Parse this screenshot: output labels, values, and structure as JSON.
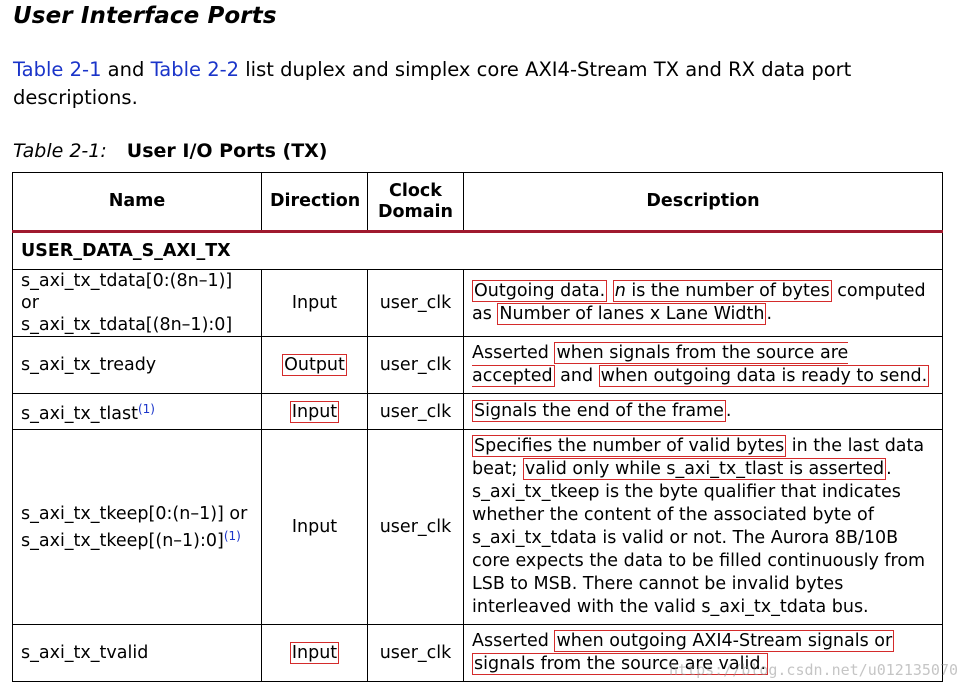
{
  "section_title": "User Interface Ports",
  "intro": {
    "link1": "Table 2-1",
    "and": " and ",
    "link2": "Table 2-2",
    "rest": " list duplex and simplex core AXI4-Stream TX and RX data port descriptions."
  },
  "caption": {
    "label": "Table 2-1:",
    "title": "User I/O Ports (TX)"
  },
  "table": {
    "headers": {
      "name": "Name",
      "direction": "Direction",
      "clock_line1": "Clock",
      "clock_line2": "Domain",
      "description": "Description"
    },
    "group": "USER_DATA_S_AXI_TX",
    "rows": [
      {
        "name_line1": "s_axi_tx_tdata[0:(8n–1)] or",
        "name_line2": "s_axi_tx_tdata[(8n–1):0]",
        "direction": "Input",
        "clock": "user_clk",
        "desc": {
          "hl1": "Outgoing data.",
          "t1": " ",
          "hl2_italic": "n",
          "hl2_rest": " is the number of bytes",
          "t2": " computed as ",
          "hl3": "Number of lanes x Lane Width",
          "t3": "."
        }
      },
      {
        "name": "s_axi_tx_tready",
        "direction": "Output",
        "clock": "user_clk",
        "desc": {
          "t1": "Asserted ",
          "hl1": "when signals from the source are accepted",
          "t2": " and ",
          "hl2": "when outgoing data is ready to send. "
        }
      },
      {
        "name": "s_axi_tx_tlast",
        "note": "(1)",
        "direction": "Input",
        "clock": "user_clk",
        "desc": {
          "hl1": "Signals the end of the frame",
          "t1": "."
        }
      },
      {
        "name_line1": "s_axi_tx_tkeep[0:(n–1)] or",
        "name_line2": "s_axi_tx_tkeep[(n–1):0]",
        "note": "(1)",
        "direction": "Input",
        "clock": "user_clk",
        "desc": {
          "hl1": "Specifies the number of valid bytes",
          "t1": " in the last data beat; ",
          "hl2": "valid only while s_axi_tx_tlast is asserted",
          "t2": ". s_axi_tx_tkeep is the byte qualifier that indicates whether the content of the associated byte of s_axi_tx_tdata is valid or not. The Aurora 8B/10B core expects the data to be filled continuously from LSB to MSB. There cannot be invalid bytes interleaved with the valid s_axi_tx_tdata bus."
        }
      },
      {
        "name": "s_axi_tx_tvalid",
        "direction": "Input",
        "clock": "user_clk",
        "desc": {
          "t1": "Asserted ",
          "hl1": "when outgoing AXI4-Stream signals or ",
          "hl2": "signals from the source are valid."
        }
      }
    ]
  },
  "watermark": "https://blog.csdn.net/u012135070",
  "colors": {
    "link": "#1a34c9",
    "highlight_box": "#d42b2b",
    "header_rule": "#a0192e"
  }
}
